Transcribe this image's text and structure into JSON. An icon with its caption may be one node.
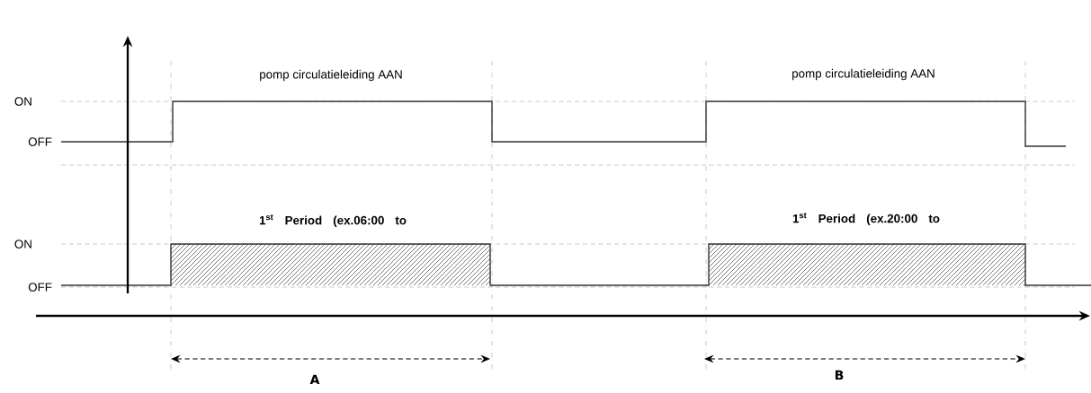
{
  "diagram": {
    "labels": [
      "pomp circulatieleiding AAN",
      "pomp circulatieleiding AAN",
      "ON",
      "OFF",
      "**1$^{st}$ Period (ex.06:00 to**",
      "**1$^{st}$ Period (ex.20:00 to**",
      "ON",
      "OFF",
      "A",
      "B"
    ]
  }
}
